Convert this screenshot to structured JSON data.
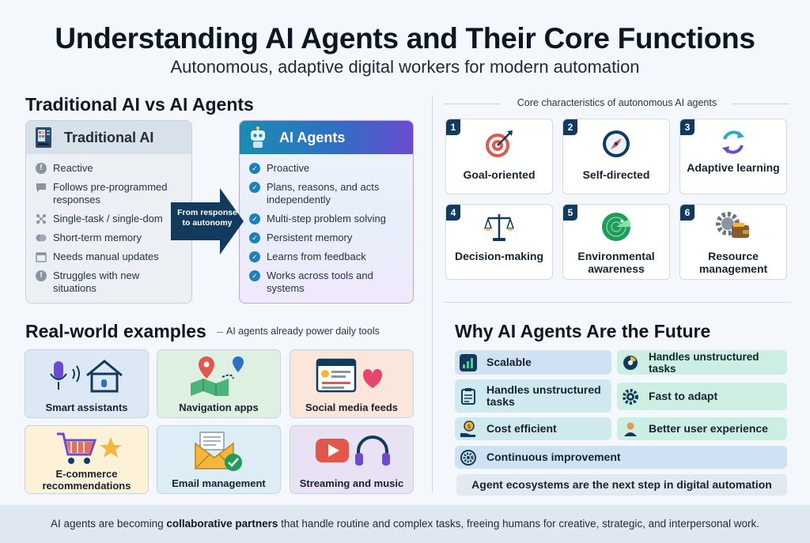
{
  "header": {
    "title": "Understanding AI Agents and Their Core Functions",
    "subtitle": "Autonomous, adaptive digital workers for modern automation"
  },
  "comparison": {
    "section_title": "Traditional AI vs AI Agents",
    "traditional": {
      "title": "Traditional AI",
      "items": [
        "Reactive",
        "Follows pre-programmed responses",
        "Single-task / single-dom",
        "Short-term memory",
        "Needs manual updates",
        "Struggles with new situations"
      ]
    },
    "agents": {
      "title": "AI Agents",
      "items": [
        "Proactive",
        "Plans, reasons, and acts independently",
        "Multi-step problem solving",
        "Persistent memory",
        "Learns from feedback",
        "Works across tools and systems"
      ]
    },
    "arrow_label": "From response to autonomy"
  },
  "characteristics": {
    "heading": "Core characteristics of autonomous AI agents",
    "items": [
      {
        "num": "1",
        "label": "Goal-oriented",
        "icon": "target-icon"
      },
      {
        "num": "2",
        "label": "Self-directed",
        "icon": "compass-icon"
      },
      {
        "num": "3",
        "label": "Adaptive learning",
        "icon": "cycle-arrows-icon"
      },
      {
        "num": "4",
        "label": "Decision-making",
        "icon": "balance-scale-icon"
      },
      {
        "num": "5",
        "label": "Environmental awareness",
        "icon": "radar-icon"
      },
      {
        "num": "6",
        "label": "Resource management",
        "icon": "gear-wallet-icon"
      }
    ]
  },
  "examples": {
    "section_title": "Real-world examples",
    "tagline": "AI agents already power daily tools",
    "items": [
      {
        "label": "Smart assistants",
        "icon": "microphone-home-icon",
        "bg": "#dde8f7"
      },
      {
        "label": "Navigation apps",
        "icon": "map-pin-icon",
        "bg": "#def0e2"
      },
      {
        "label": "Social media feeds",
        "icon": "feed-heart-icon",
        "bg": "#fbe6dc"
      },
      {
        "label": "E-commerce recommendations",
        "icon": "cart-star-icon",
        "bg": "#fdf2d7"
      },
      {
        "label": "Email management",
        "icon": "envelope-check-icon",
        "bg": "#dcedf6"
      },
      {
        "label": "Streaming and music",
        "icon": "play-headphones-icon",
        "bg": "#e9e2f5"
      }
    ]
  },
  "future": {
    "section_title": "Why AI Agents Are the Future",
    "items": [
      {
        "label": "Scalable",
        "icon": "bar-chart-icon",
        "bg": "#cfe2f4"
      },
      {
        "label": "Handles unstructured tasks",
        "icon": "pie-chart-icon",
        "bg": "#cdeee3"
      },
      {
        "label": "Handles unstructured tasks",
        "icon": "clipboard-icon",
        "bg": "#cfe9ee"
      },
      {
        "label": "Fast to adapt",
        "icon": "gear-icon",
        "bg": "#cdeee3"
      },
      {
        "label": "Cost efficient",
        "icon": "coin-hand-icon",
        "bg": "#cfe9ee"
      },
      {
        "label": "Better user experience",
        "icon": "user-icon",
        "bg": "#cdeee3"
      },
      {
        "label": "Continuous improvement",
        "icon": "gear-cycle-icon",
        "bg": "#cfe2f4"
      }
    ],
    "note": "Agent ecosystems are the next step in digital automation"
  },
  "footer": {
    "before": "AI agents are becoming ",
    "bold": "collaborative partners",
    "after": " that handle routine and complex tasks, freeing humans for creative, strategic, and interpersonal work."
  }
}
